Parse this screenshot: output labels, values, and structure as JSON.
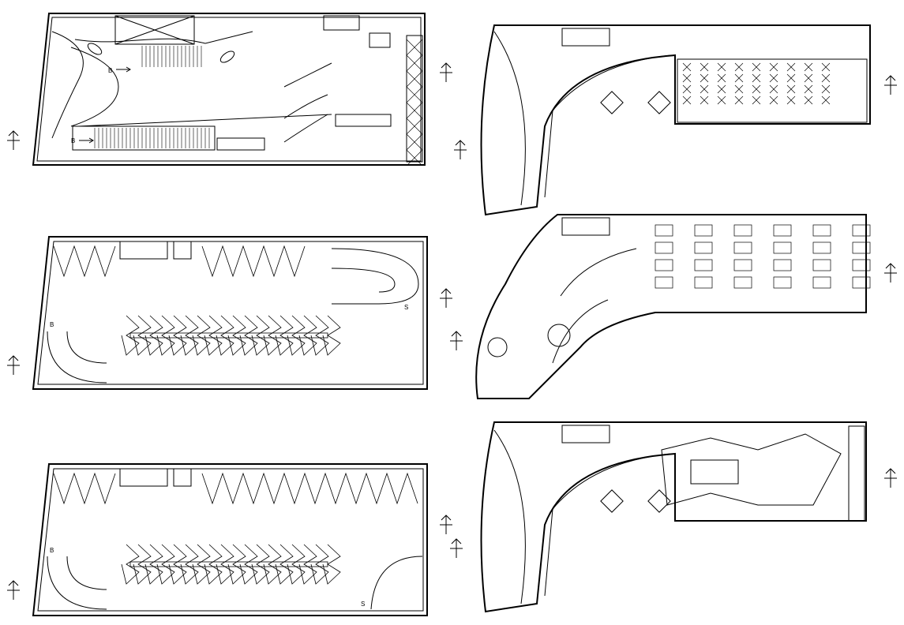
{
  "colors": {
    "line": "#000000",
    "background": "#ffffff"
  },
  "plans": [
    {
      "id": "basement-ramp-level",
      "labels": [
        "B",
        "B"
      ]
    },
    {
      "id": "office-floor-1",
      "labels": []
    },
    {
      "id": "parking-level-1",
      "labels": [
        "B",
        "S"
      ]
    },
    {
      "id": "office-floor-2",
      "labels": []
    },
    {
      "id": "parking-level-2",
      "labels": [
        "B",
        "S"
      ]
    },
    {
      "id": "office-floor-3",
      "labels": []
    }
  ],
  "icons": [
    "section-marker-icon",
    "car-icon",
    "accessible-parking-icon",
    "elevator-icon",
    "stair-icon"
  ]
}
